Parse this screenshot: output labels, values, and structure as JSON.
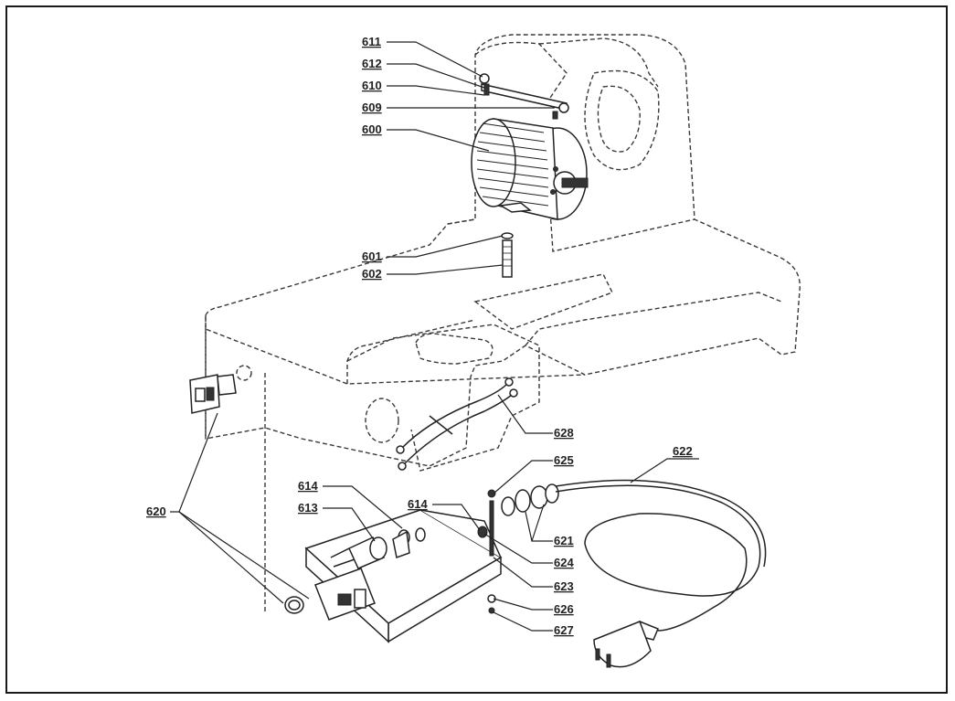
{
  "labels": {
    "p611": "611",
    "p612": "612",
    "p610": "610",
    "p609": "609",
    "p600": "600",
    "p601": "601",
    "p602": "602",
    "p628": "628",
    "p625": "625",
    "p622": "622",
    "p614a": "614",
    "p613": "613",
    "p614b": "614",
    "p620": "620",
    "p621": "621",
    "p624": "624",
    "p623": "623",
    "p626": "626",
    "p627": "627"
  },
  "colors": {
    "line": "#222222",
    "background": "#ffffff"
  }
}
